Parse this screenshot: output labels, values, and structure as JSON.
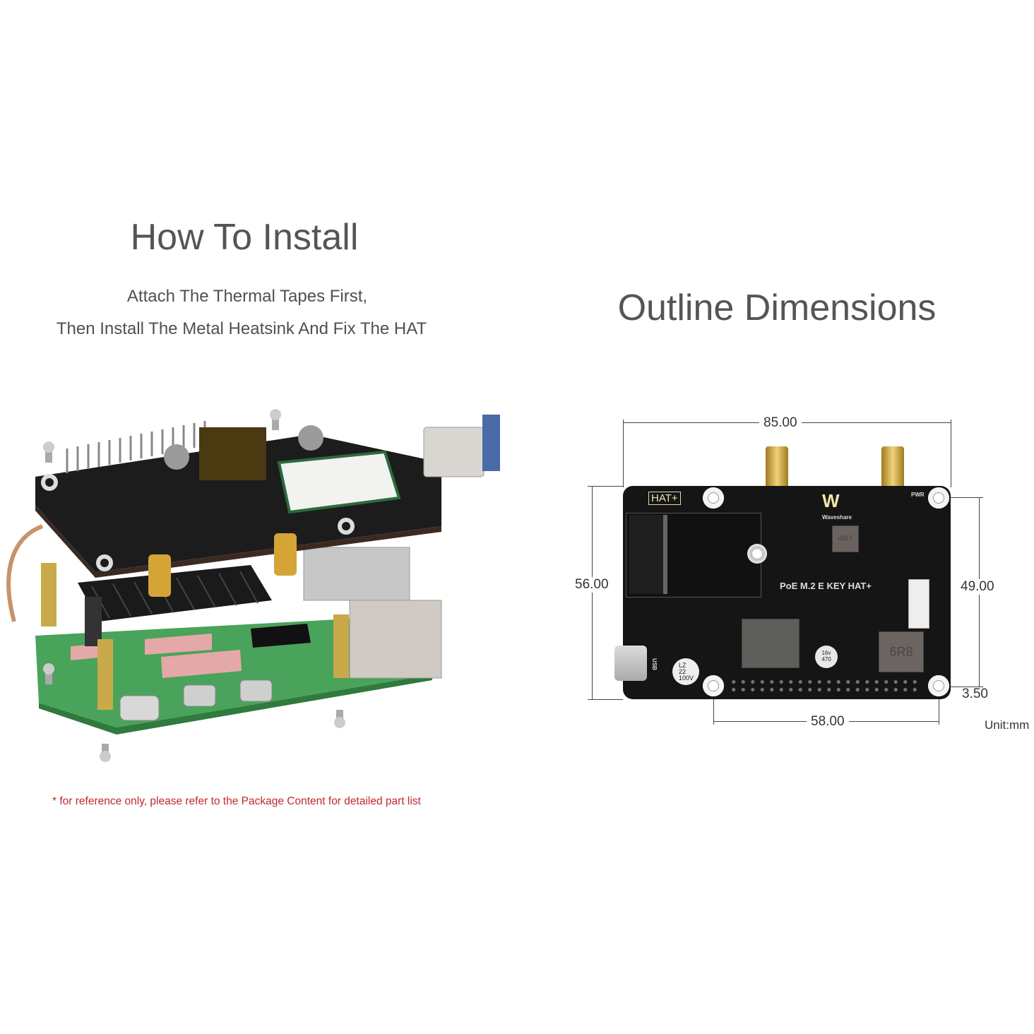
{
  "left": {
    "title": "How To Install",
    "instructions": [
      "Attach The Thermal Tapes First,",
      "Then Install The Metal Heatsink And Fix The HAT"
    ],
    "image_alt": "Exploded view: PoE M.2 E KEY HAT+ above metal heatsink on Raspberry Pi 5 with standoffs, screws and USB adapter",
    "footnote": "* for reference only, please refer to the Package Content for detailed part list",
    "colors": {
      "footnote": "#c0282d"
    }
  },
  "right": {
    "title": "Outline Dimensions",
    "board": {
      "label": "PoE M.2 E KEY HAT+",
      "badge": "HAT+",
      "brand": "Waveshare",
      "pwr_label": "PWR",
      "usb_label": "USB",
      "cap1": [
        "LZ",
        "22",
        "100V"
      ],
      "cap2": [
        "16v",
        "470"
      ],
      "inductor": "6R8",
      "inductor_small": "4R7"
    },
    "dimensions": {
      "width": "85.00",
      "height": "56.00",
      "hole_vertical": "49.00",
      "hole_horizontal": "58.00",
      "hole_offset": "3.50",
      "unit": "Unit:mm"
    }
  }
}
